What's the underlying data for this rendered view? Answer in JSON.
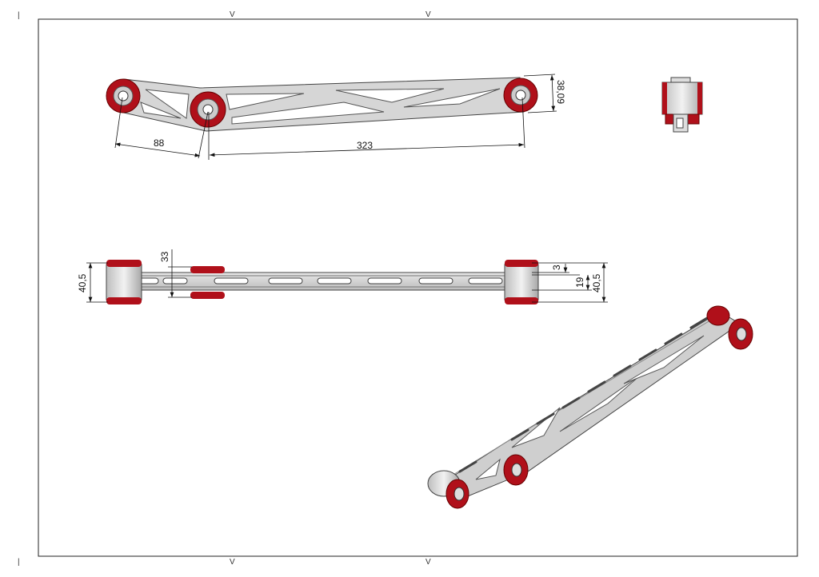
{
  "sheet": {
    "zone_markers": {
      "top": [
        "V",
        "V"
      ],
      "bottom": [
        "V",
        "V"
      ],
      "left": [
        "|",
        "|"
      ]
    }
  },
  "top_view": {
    "dimensions": {
      "left_span": "88",
      "main_span": "323",
      "end_height": "38,09"
    }
  },
  "front_view": {
    "dimensions": {
      "left_height": "40,5",
      "middle_height": "33",
      "plate_thickness": "3",
      "plate_height": "19",
      "right_height": "40,5"
    }
  },
  "colors": {
    "bushing": "#b0101a",
    "body": "#d4d4d4",
    "outline": "#333333"
  }
}
